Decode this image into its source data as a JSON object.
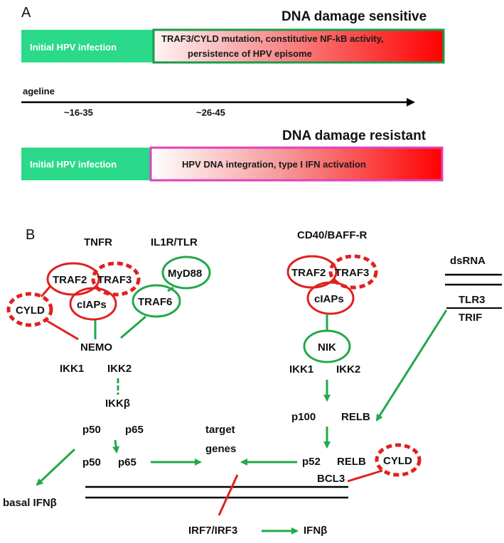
{
  "panel_a": {
    "letter": "A",
    "sensitive_title": "DNA damage sensitive",
    "resistant_title": "DNA damage resistant",
    "bar1": {
      "initial": "Initial HPV infection",
      "line1": "TRAF3/CYLD mutation, constitutive NF-kB activity,",
      "line2": "persistence of  HPV episome"
    },
    "bar2": {
      "initial": "Initial HPV infection",
      "text": "HPV DNA integration, type I IFN activation"
    },
    "ageline": "ageline",
    "age1": "~16-35",
    "age2": "~26-45"
  },
  "panel_b": {
    "letter": "B",
    "tnfr": "TNFR",
    "il1r": "IL1R/TLR",
    "cd40": "CD40/BAFF-R",
    "traf2_left": "TRAF2",
    "traf3_left": "TRAF3",
    "myd88": "MyD88",
    "ciaps_left": "cIAPs",
    "traf6": "TRAF6",
    "cyld_left": "CYLD",
    "nemo": "NEMO",
    "ikk1_left": "IKK1",
    "ikk2_left": "IKK2",
    "ikkb": "IKKβ",
    "p50_top": "p50",
    "p65_top": "p65",
    "p50_bottom": "p50",
    "p65_bottom": "p65",
    "target_genes_line1": "target",
    "target_genes_line2": "genes",
    "basal_ifnb": "basal IFNβ",
    "traf2_right": "TRAF2",
    "traf3_right": "TRAF3",
    "ciaps_right": "cIAPs",
    "nik": "NIK",
    "ikk1_right": "IKK1",
    "ikk2_right": "IKK2",
    "p100": "p100",
    "relb_top": "RELB",
    "p52": "p52",
    "relb_bottom": "RELB",
    "cyld_right": "CYLD",
    "bcl3": "BCL3",
    "dsrna": "dsRNA",
    "tlr3": "TLR3",
    "trif": "TRIF",
    "irf": "IRF7/IRF3",
    "ifnb": "IFNβ"
  },
  "colors": {
    "green": "#2bd98a",
    "red": "#ff0000",
    "edge_red": "#e02020",
    "edge_green": "#22a84a",
    "magenta": "#e040c0",
    "frame_green": "#1a9a4a"
  }
}
